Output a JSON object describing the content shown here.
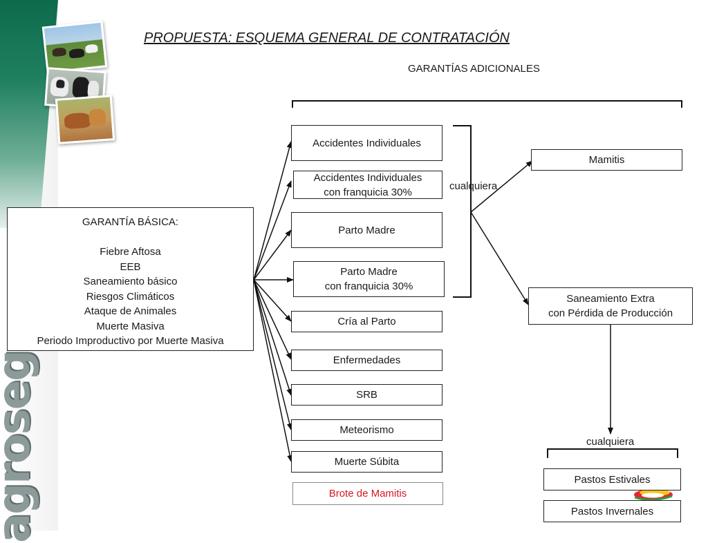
{
  "title": "PROPUESTA: ESQUEMA GENERAL DE CONTRATACIÓN",
  "subtitle": "GARANTÍAS ADICIONALES",
  "basic": {
    "heading": "GARANTÍA BÁSICA:",
    "items": [
      "Fiebre Aftosa",
      "EEB",
      "Saneamiento básico",
      "Riesgos Climáticos",
      "Ataque de Animales",
      "Muerte Masiva",
      "Periodo Improductivo por Muerte Masiva"
    ]
  },
  "additional": [
    {
      "lines": [
        "Accidentes Individuales"
      ]
    },
    {
      "lines": [
        "Accidentes Individuales",
        "con franquicia 30%"
      ]
    },
    {
      "lines": [
        "Parto Madre"
      ]
    },
    {
      "lines": [
        "Parto Madre",
        "con franquicia 30%"
      ]
    },
    {
      "lines": [
        "Cría al Parto"
      ]
    },
    {
      "lines": [
        "Enfermedades"
      ]
    },
    {
      "lines": [
        "SRB"
      ]
    },
    {
      "lines": [
        "Meteorismo"
      ]
    },
    {
      "lines": [
        "Muerte Súbita"
      ]
    },
    {
      "lines": [
        "Brote de Mamitis"
      ]
    }
  ],
  "cualquiera_1": "cualquiera",
  "cualquiera_2": "cualquiera",
  "mamitis": "Mamitis",
  "saneamiento_extra": [
    "Saneamiento Extra",
    "con Pérdida de Producción"
  ],
  "pastos": [
    "Pastos Estivales",
    "Pastos Invernales"
  ],
  "logo_text": "agroseg",
  "colors": {
    "sidebar_green": "#0d6b4c",
    "logo_gray": "#8c9b99",
    "highlight_red": "#d71920"
  }
}
